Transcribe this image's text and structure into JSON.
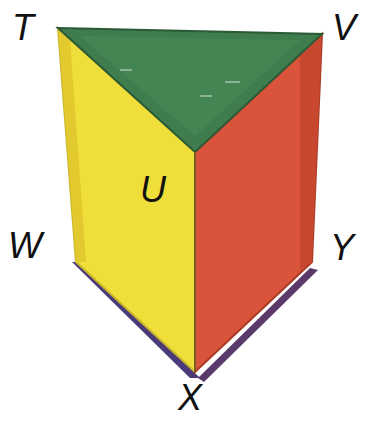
{
  "diagram": {
    "labels": [
      "T",
      "V",
      "U",
      "W",
      "Y",
      "X"
    ]
  }
}
